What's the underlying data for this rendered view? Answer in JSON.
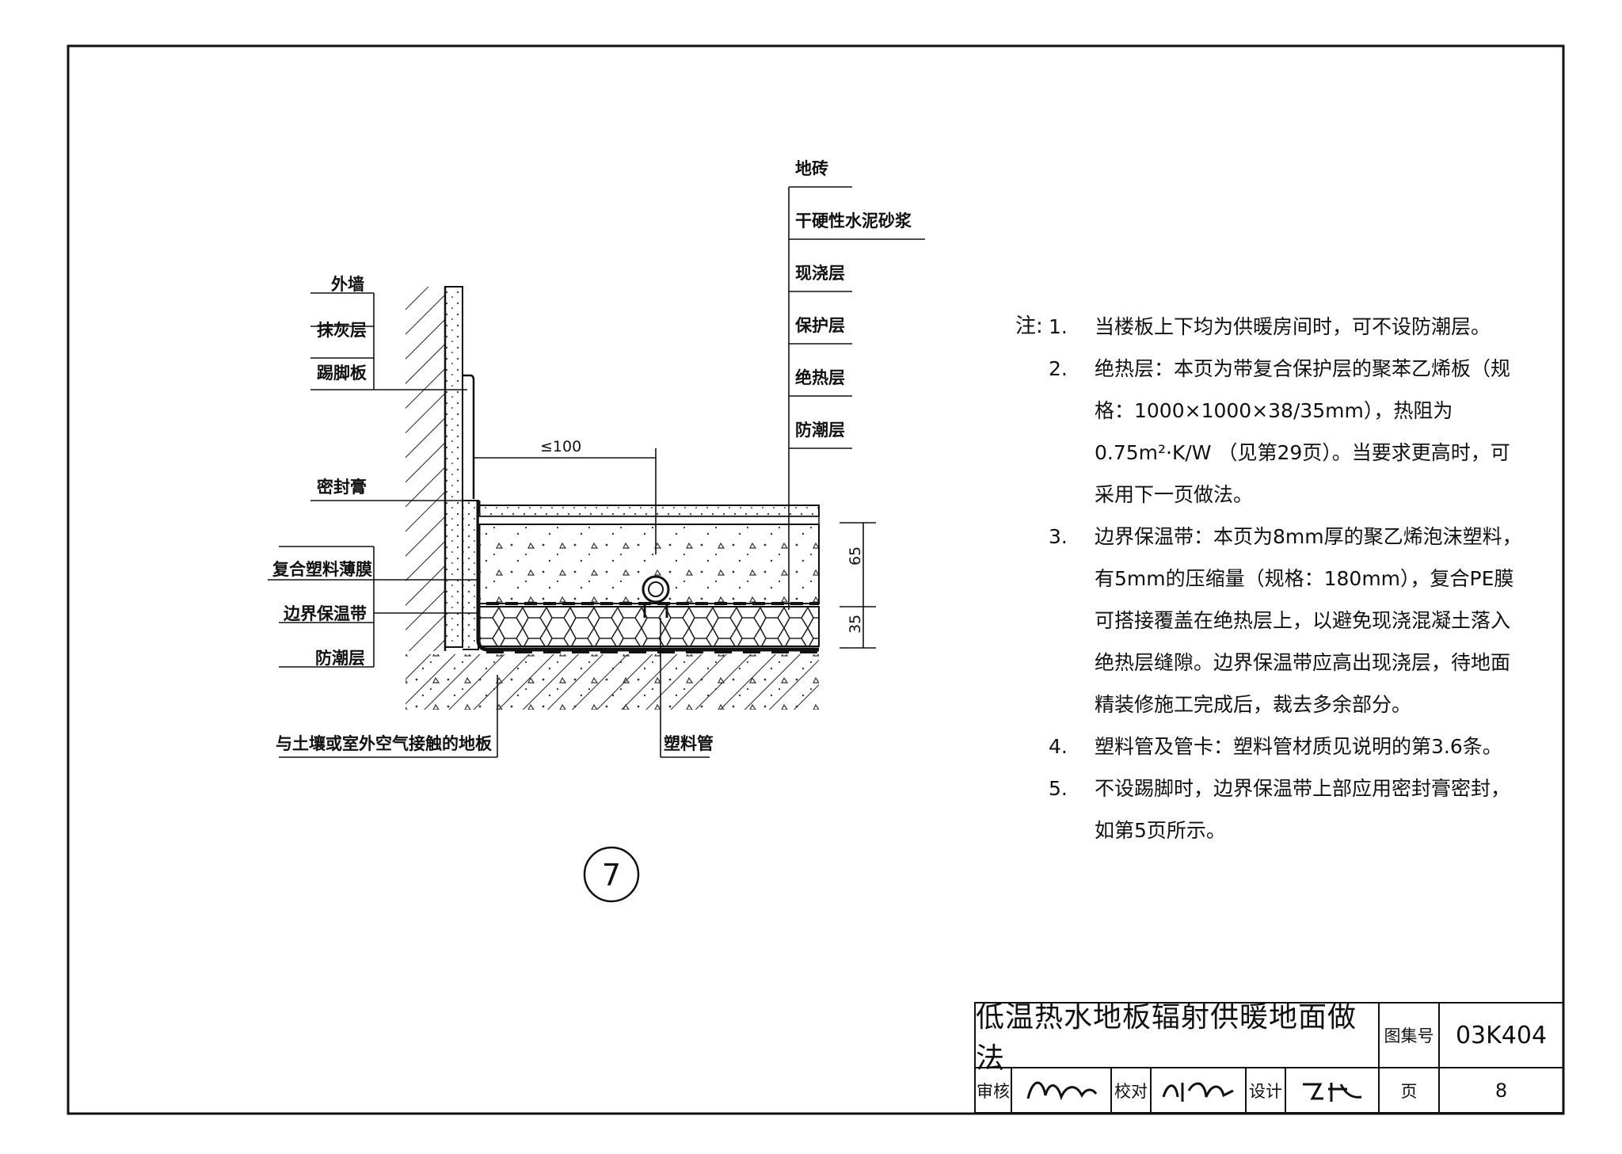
{
  "drawing": {
    "labels_left": {
      "exterior_wall": "外墙",
      "plaster_layer": "抹灰层",
      "skirting_board": "踢脚板",
      "sealant": "密封膏",
      "composite_film": "复合塑料薄膜",
      "edge_insulation_strip": "边界保温带",
      "moisture_barrier": "防潮层",
      "floor_slab": "与土壤或室外空气接触的地板"
    },
    "labels_right": {
      "floor_tile": "地砖",
      "mortar": "干硬性水泥砂浆",
      "cast_layer": "现浇层",
      "protective_layer": "保护层",
      "insulation_layer": "绝热层",
      "moisture_layer": "防潮层"
    },
    "pipe_label": "塑料管",
    "dimensions": {
      "top": "≤100",
      "upper": "65",
      "lower": "35"
    },
    "detail_number": "7"
  },
  "notes": {
    "head": "注:",
    "items": [
      {
        "num": "1.",
        "text": "当楼板上下均为供暖房间时，可不设防潮层。"
      },
      {
        "num": "2.",
        "text": "绝热层：本页为带复合保护层的聚苯乙烯板（规格：1000×1000×38/35mm），热阻为0.75m²·K/W （见第29页）。当要求更高时，可采用下一页做法。"
      },
      {
        "num": "3.",
        "text": "边界保温带：本页为8mm厚的聚乙烯泡沫塑料，有5mm的压缩量（规格：180mm），复合PE膜可搭接覆盖在绝热层上，以避免现浇混凝土落入绝热层缝隙。边界保温带应高出现浇层，待地面精装修施工完成后，裁去多余部分。"
      },
      {
        "num": "4.",
        "text": "塑料管及管卡：塑料管材质见说明的第3.6条。"
      },
      {
        "num": "5.",
        "text": "不设踢脚时，边界保温带上部应用密封膏密封，如第5页所示。"
      }
    ]
  },
  "title_block": {
    "title": "低温热水地板辐射供暖地面做法",
    "atlas_label": "图集号",
    "atlas_number": "03K404",
    "review_label": "审核",
    "check_label": "校对",
    "design_label": "设计",
    "page_label": "页",
    "page_number": "8"
  }
}
